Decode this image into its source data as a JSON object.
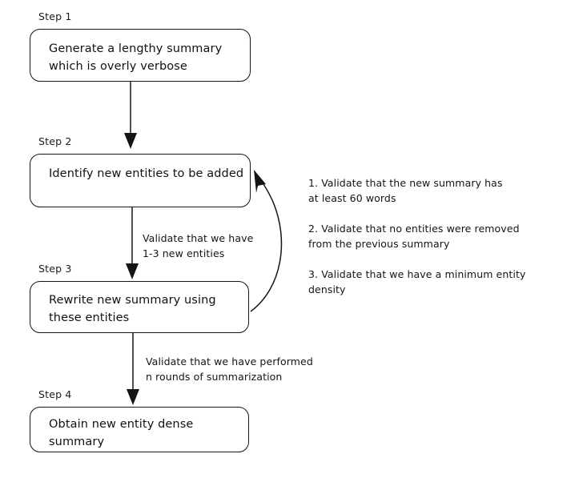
{
  "diagram": {
    "title_present": false,
    "background_color": "#ffffff",
    "stroke_color": "#151515",
    "text_color": "#111111"
  },
  "steps": [
    {
      "label": "Step 1",
      "text": "Generate a lengthy summary\nwhich is overly verbose"
    },
    {
      "label": "Step 2",
      "text": "Identify new entities to be\nadded"
    },
    {
      "label": "Step 3",
      "text": "Rewrite new summary using\nthese entities"
    },
    {
      "label": "Step 4",
      "text": "Obtain new entity dense\nsummary"
    }
  ],
  "edges": [
    {
      "from": "Step 1",
      "to": "Step 2",
      "label": ""
    },
    {
      "from": "Step 2",
      "to": "Step 3",
      "label": "Validate that we have\n1-3 new entities"
    },
    {
      "from": "Step 3",
      "to": "Step 4",
      "label": "Validate that we have performed\nn rounds of summarization"
    },
    {
      "from": "Step 3",
      "to": "Step 2",
      "label": "",
      "style": "curved-feedback"
    }
  ],
  "notes": [
    "1. Validate that the new summary has\nat least 60 words",
    "2. Validate that no entities were removed\nfrom the previous summary",
    "3. Validate that we have a minimum entity\ndensity"
  ]
}
